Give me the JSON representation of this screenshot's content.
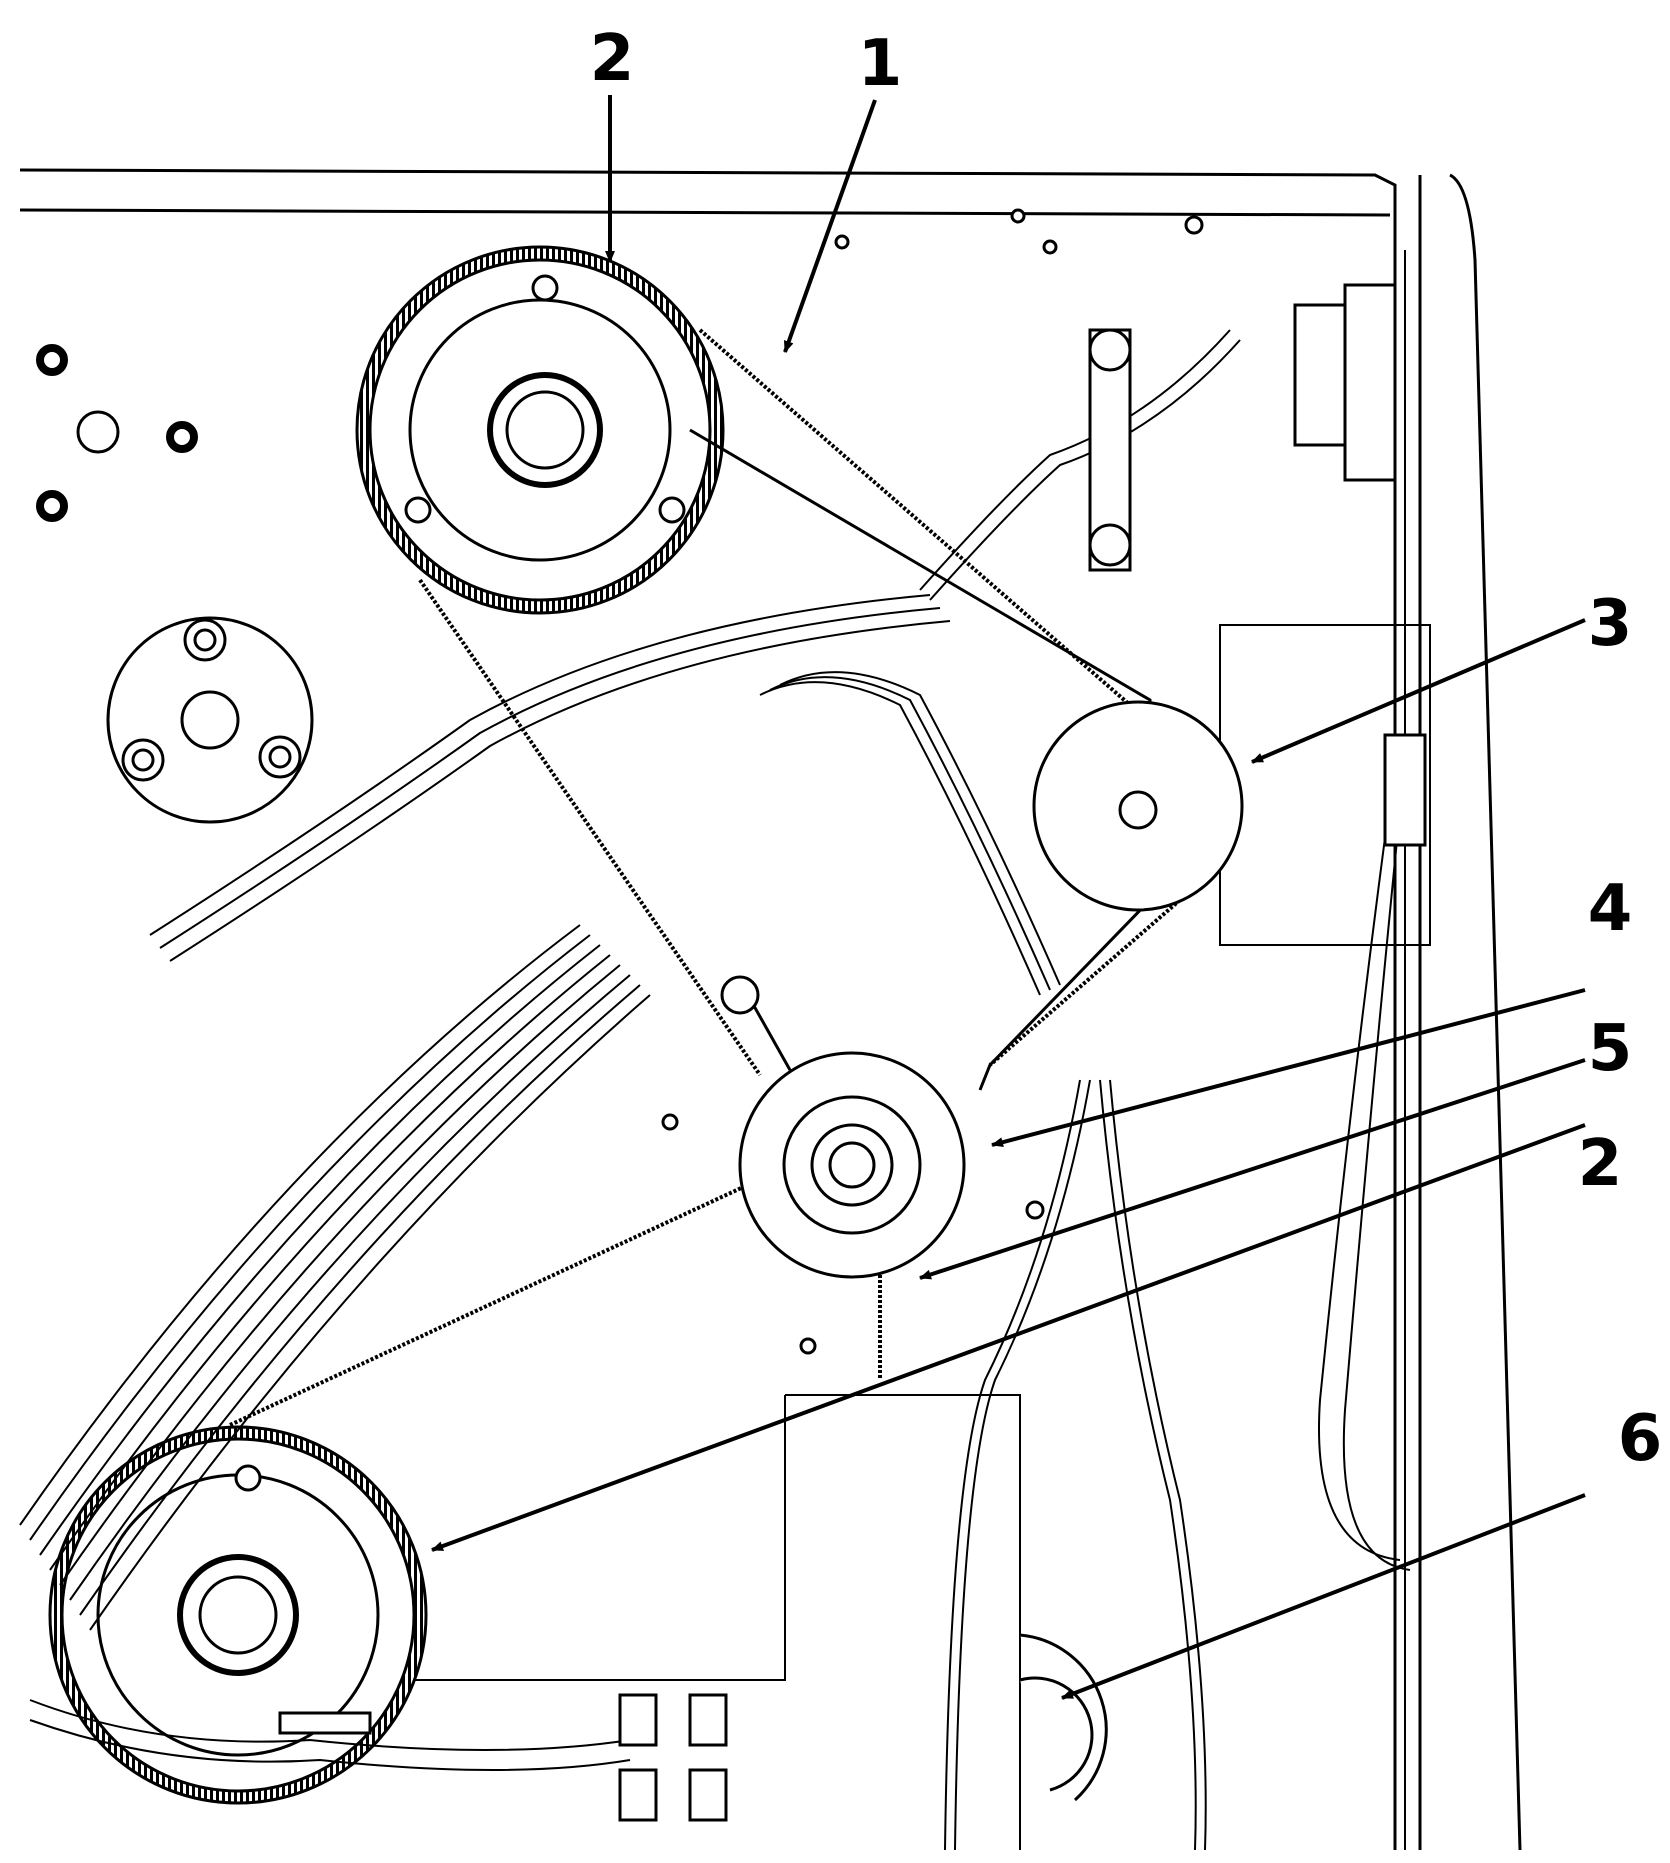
{
  "callouts": [
    {
      "id": "c2a",
      "text": "2"
    },
    {
      "id": "c1",
      "text": "1"
    },
    {
      "id": "c3",
      "text": "3"
    },
    {
      "id": "c4",
      "text": "4"
    },
    {
      "id": "c5",
      "text": "5"
    },
    {
      "id": "c2b",
      "text": "2"
    },
    {
      "id": "c6",
      "text": "6"
    }
  ],
  "colors": {
    "ink": "#000000",
    "paper": "#ffffff"
  }
}
